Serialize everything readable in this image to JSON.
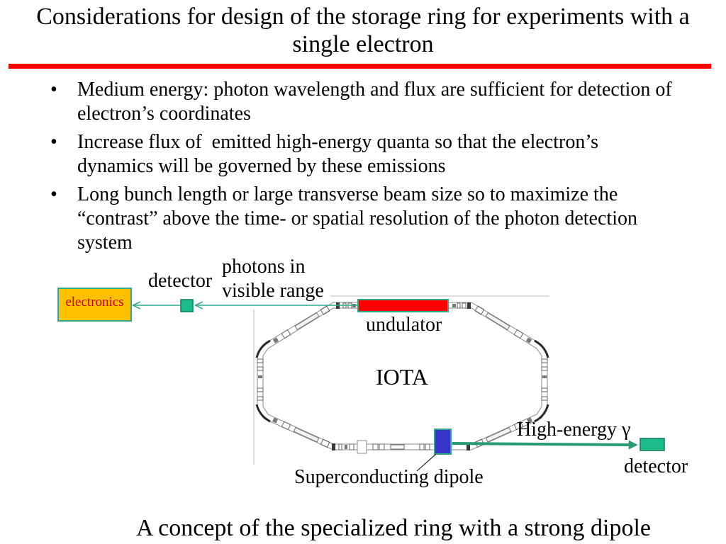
{
  "slide": {
    "title": "Considerations for design of the storage ring for experiments with a single electron",
    "bullet_symbol": "•",
    "bullets": [
      [
        "Medium energy: photon wavelength and flux are sufficient for detection of",
        "electron’s coordinates"
      ],
      [
        "Increase flux of  emitted high-energy quanta so that the electron’s",
        "dynamics will be governed by these emissions"
      ],
      [
        "Long bunch length or large transverse beam size so to maximize the",
        "“contrast” above the time- or spatial resolution of the photon detection",
        "system"
      ]
    ],
    "caption": "A concept of the specialized ring with a strong dipole"
  },
  "diagram": {
    "electronics": "electronics",
    "detector_visible": "detector",
    "photons_visible": "photons in visible range",
    "undulator": "undulator",
    "ring_name": "IOTA",
    "high_energy_photons": "High-energy γ",
    "detector_high_energy": "detector",
    "superconducting_dipole": "Superconducting dipole"
  },
  "colors": {
    "title_rule": "#ff0000",
    "undulator": "#ff0000",
    "dipole": "#3535c8",
    "detector": "#1cbb8a",
    "electronics_box": "#ffc000",
    "beamline": "#31a88a",
    "gamma_beam": "#2a9a73"
  }
}
